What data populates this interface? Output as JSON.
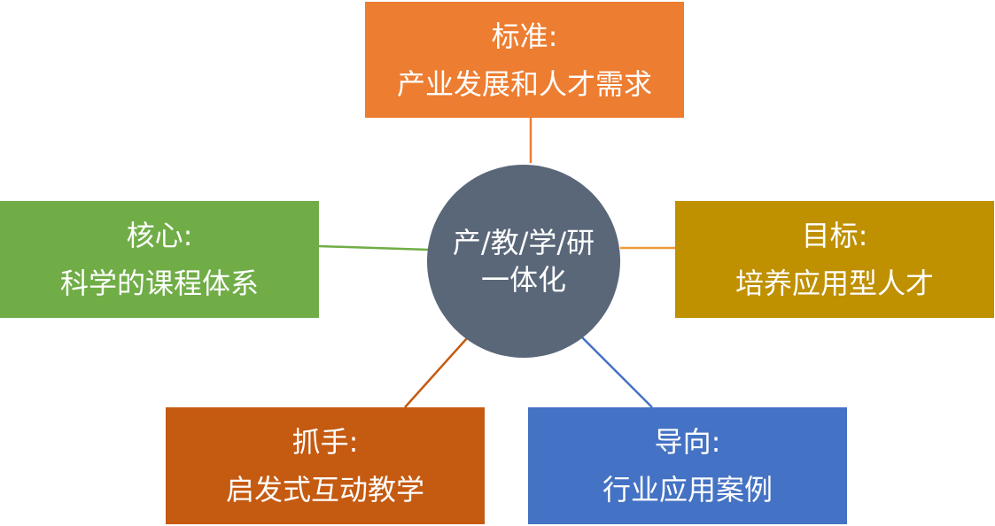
{
  "hub": {
    "line1": "产/教/学/研",
    "line2": "一体化",
    "color": "#5A6779"
  },
  "nodes": {
    "top": {
      "title": "标准:",
      "text": "产业发展和人才需求",
      "color": "#ED7D31",
      "connector_color": "#ED7D31"
    },
    "left": {
      "title": "核心:",
      "text": "科学的课程体系",
      "color": "#70AD47",
      "connector_color": "#70AD47"
    },
    "right": {
      "title": "目标:",
      "text": "培养应用型人才",
      "color": "#BF9000",
      "connector_color": "#ED9A3A"
    },
    "bottom_left": {
      "title": "抓手:",
      "text": "启发式互动教学",
      "color": "#C55A11",
      "connector_color": "#C55A11"
    },
    "bottom_right": {
      "title": "导向:",
      "text": "行业应用案例",
      "color": "#4472C4",
      "connector_color": "#4472C4"
    }
  }
}
